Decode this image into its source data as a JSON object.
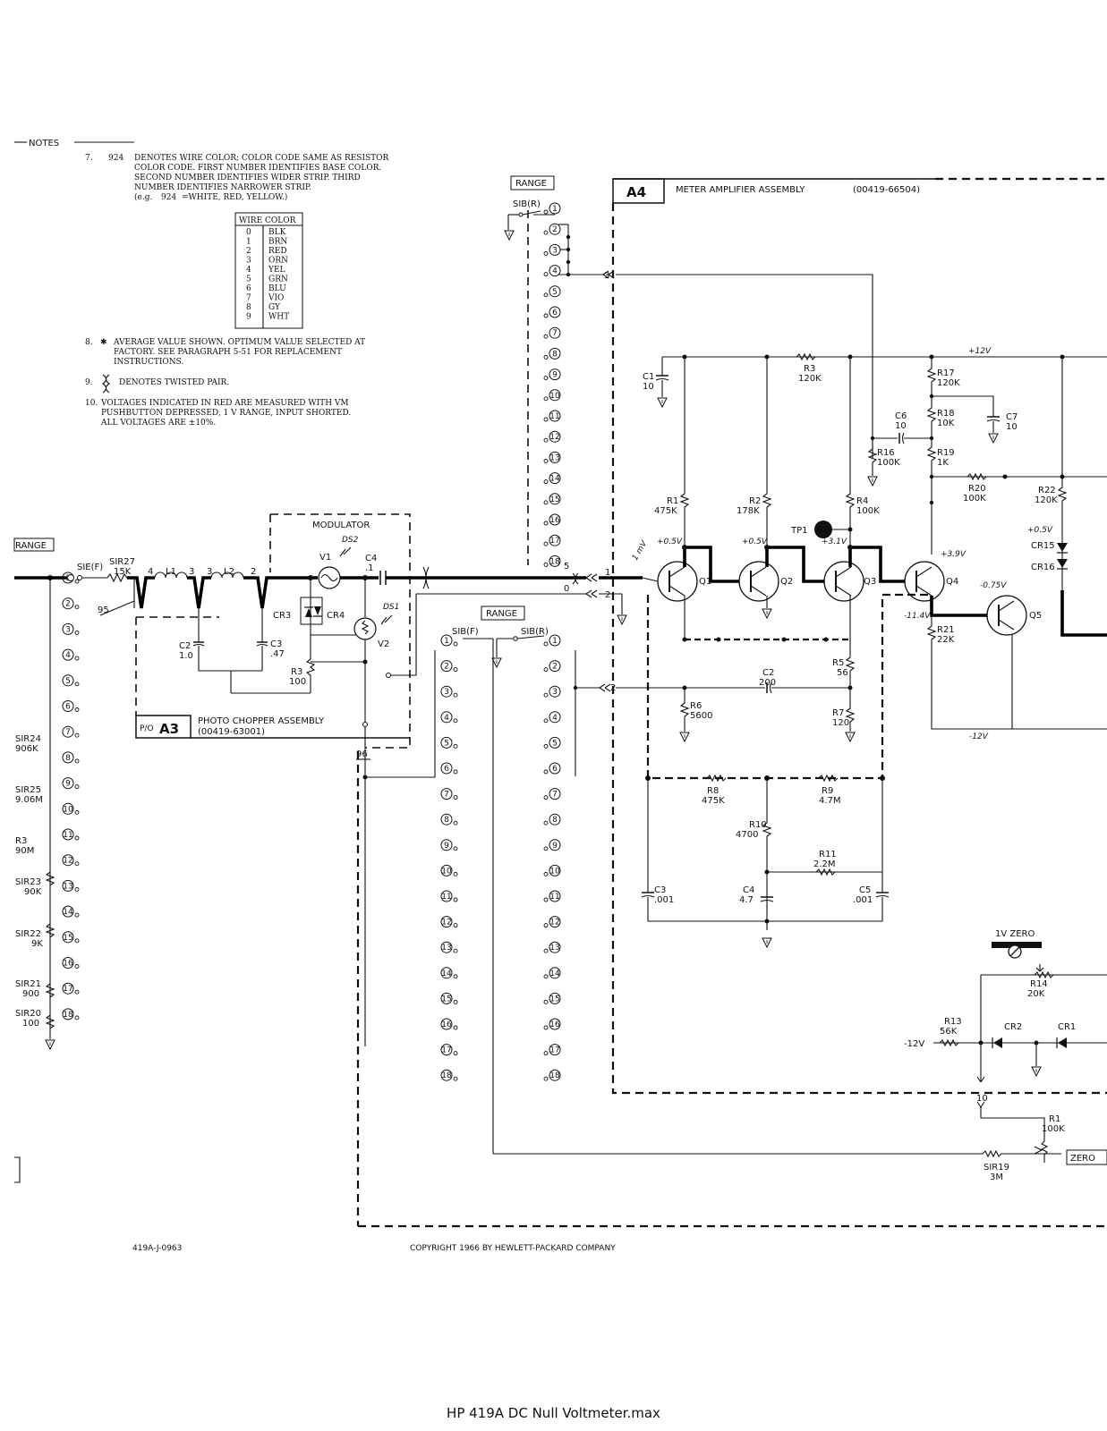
{
  "notes": {
    "heading": "NOTES",
    "note7": [
      "7.",
      "924",
      "DENOTES WIRE COLOR; COLOR CODE SAME AS RESISTOR",
      "COLOR CODE.  FIRST NUMBER IDENTIFIES BASE COLOR.",
      "SECOND NUMBER IDENTIFIES WIDER STRIP.  THIRD",
      "NUMBER IDENTIFIES NARROWER STRIP.",
      "(e.g.",
      "924",
      "=WHITE, RED, YELLOW.)"
    ],
    "wire_color_title": "WIRE COLOR",
    "wire_colors": [
      {
        "code": "0",
        "color": "BLK"
      },
      {
        "code": "1",
        "color": "BRN"
      },
      {
        "code": "2",
        "color": "RED"
      },
      {
        "code": "3",
        "color": "ORN"
      },
      {
        "code": "4",
        "color": "YEL"
      },
      {
        "code": "5",
        "color": "GRN"
      },
      {
        "code": "6",
        "color": "BLU"
      },
      {
        "code": "7",
        "color": "VIO"
      },
      {
        "code": "8",
        "color": "GY"
      },
      {
        "code": "9",
        "color": "WHT"
      }
    ],
    "note8": [
      "8.",
      "✱",
      "AVERAGE VALUE SHOWN.  OPTIMUM VALUE SELECTED AT",
      "FACTORY.  SEE PARAGRAPH 5-51 FOR REPLACEMENT",
      "INSTRUCTIONS."
    ],
    "note9": [
      "9.",
      "DENOTES TWISTED PAIR."
    ],
    "note10": [
      "10.",
      "VOLTAGES INDICATED IN RED ARE MEASURED WITH VM",
      "PUSHBUTTON DEPRESSED, 1 V RANGE, INPUT SHORTED.",
      "ALL VOLTAGES ARE ±10%."
    ]
  },
  "range_left": {
    "range_tag": "RANGE",
    "switch": "SIE(F)",
    "res": [
      "SIR24",
      "906K",
      "SIR25",
      "9.06M",
      "R3",
      "90M",
      "SIR23",
      "90K",
      "SIR22",
      "9K",
      "SIR21",
      "900",
      "SIR20",
      "100"
    ]
  },
  "a3": {
    "sir27": [
      "SIR27",
      "15K"
    ],
    "wire95": "95",
    "wire96": "96",
    "inductors": [
      "4",
      "L1",
      "3",
      "3",
      "L2",
      "2"
    ],
    "modulator": "MODULATOR",
    "parts": [
      "DS2",
      "V1",
      "C4",
      ".1",
      "CR3",
      "CR4",
      "DS1",
      "V2",
      "C2",
      "1.0",
      "C3",
      ".47",
      "R3",
      "100"
    ],
    "pos": "P/O",
    "id": "A3",
    "title": "PHOTO CHOPPER ASSEMBLY",
    "pn": "(00419-63001)"
  },
  "switch_middle": {
    "range_tag": "RANGE",
    "sib_f": "SIB(F)",
    "sib_r": "SIB(R)",
    "wire5": "5",
    "wire0": "0",
    "pins": [
      "1",
      "2",
      "3",
      "4",
      "5",
      "6",
      "7",
      "8",
      "9",
      "10",
      "11",
      "12",
      "13",
      "14",
      "15",
      "16",
      "17",
      "18"
    ]
  },
  "switch_top": {
    "range_tag": "RANGE",
    "sib_r": "SIB(R)"
  },
  "a4": {
    "id": "A4",
    "title": "METER AMPLIFIER ASSEMBLY",
    "pn": "(00419-66504)",
    "conn": [
      "3",
      "1",
      "2",
      "2",
      "10"
    ],
    "handwritten": "1 mV",
    "parts": [
      {
        "ref": "C1",
        "val": "10"
      },
      {
        "ref": "R3",
        "val": "120K"
      },
      {
        "ref": "C6",
        "val": "10"
      },
      {
        "ref": "R16",
        "val": "100K"
      },
      {
        "ref": "R17",
        "val": "120K"
      },
      {
        "ref": "R18",
        "val": "10K"
      },
      {
        "ref": "R19",
        "val": "1K"
      },
      {
        "ref": "C7",
        "val": "10"
      },
      {
        "ref": "R20",
        "val": "100K"
      },
      {
        "ref": "R22",
        "val": "120K"
      },
      {
        "ref": "R1",
        "val": "475K"
      },
      {
        "ref": "R2",
        "val": "178K"
      },
      {
        "ref": "R4",
        "val": "100K"
      },
      {
        "ref": "R5",
        "val": "56"
      },
      {
        "ref": "R6",
        "val": "5600"
      },
      {
        "ref": "C2",
        "val": "200"
      },
      {
        "ref": "R7",
        "val": "120"
      },
      {
        "ref": "R8",
        "val": "475K"
      },
      {
        "ref": "R9",
        "val": "4.7M"
      },
      {
        "ref": "R10",
        "val": "4700"
      },
      {
        "ref": "R11",
        "val": "2.2M"
      },
      {
        "ref": "C3",
        "val": ".001"
      },
      {
        "ref": "C4",
        "val": "4.7"
      },
      {
        "ref": "C5",
        "val": ".001"
      },
      {
        "ref": "R21",
        "val": "22K"
      },
      {
        "ref": "R14",
        "val": "20K"
      },
      {
        "ref": "R13",
        "val": "56K"
      },
      {
        "ref": "R1",
        "val": "100K"
      },
      {
        "ref": "SIR19",
        "val": "3M"
      }
    ],
    "transistors": [
      "Q1",
      "Q2",
      "Q3",
      "Q4",
      "Q5"
    ],
    "tp": "TP1",
    "diodes": [
      "CR15",
      "CR16",
      "CR2",
      "CR1"
    ],
    "voltages": [
      "+12V",
      "+0.5V",
      "+0.5V",
      "+3.1V",
      "+3.9V",
      "+0.5V",
      "-0.75V",
      "-11.4V",
      "-12V",
      "-12V"
    ],
    "zero": "1V ZERO",
    "zero_tag": "ZERO"
  },
  "bottom": {
    "code": "419A-J-0963",
    "copyright": "COPYRIGHT 1966 BY HEWLETT-PACKARD COMPANY"
  },
  "footer": "HP 419A DC Null Voltmeter.max"
}
